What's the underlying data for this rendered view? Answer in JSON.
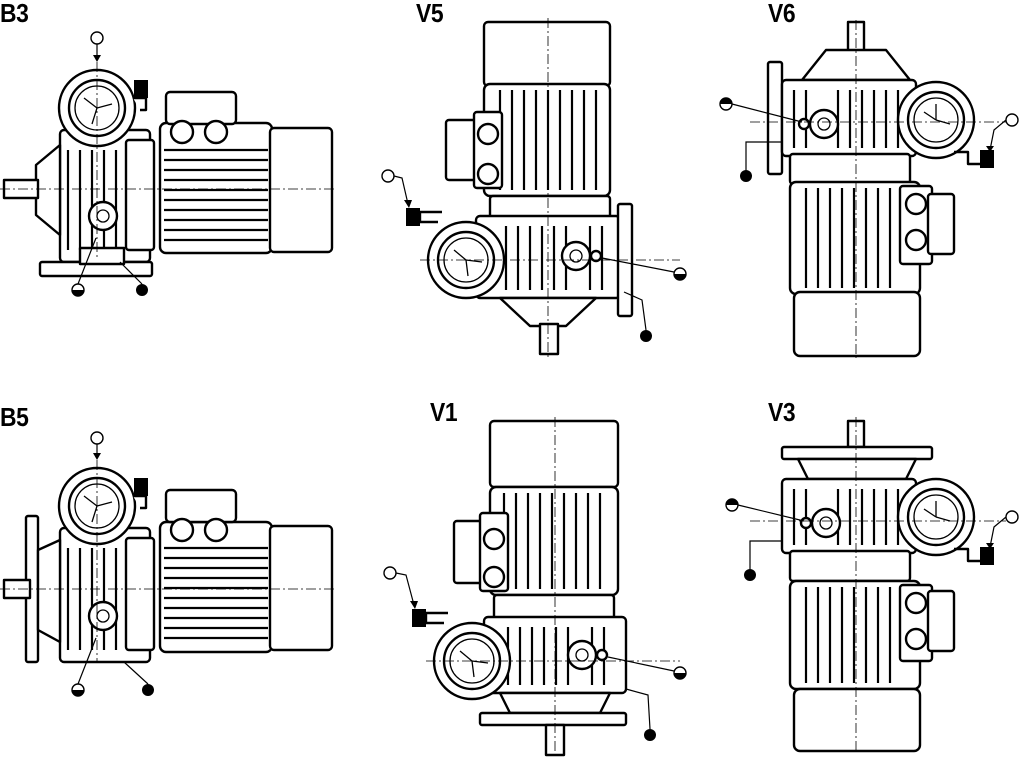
{
  "colors": {
    "ink": "#000000",
    "paper": "#ffffff"
  },
  "legend_icons": {
    "open_circle": "oil-fill-plug-icon",
    "half_circle": "oil-level-plug-icon",
    "filled_circle": "oil-drain-plug-icon"
  },
  "panels": [
    {
      "id": "b3",
      "label": "B3",
      "view": "horizontal"
    },
    {
      "id": "v5",
      "label": "V5",
      "view": "vertical-shaft-down"
    },
    {
      "id": "v6",
      "label": "V6",
      "view": "vertical-shaft-up"
    },
    {
      "id": "b5",
      "label": "B5",
      "view": "horizontal-flange"
    },
    {
      "id": "v1",
      "label": "V1",
      "view": "vertical-shaft-down"
    },
    {
      "id": "v3",
      "label": "V3",
      "view": "vertical-shaft-up"
    }
  ]
}
